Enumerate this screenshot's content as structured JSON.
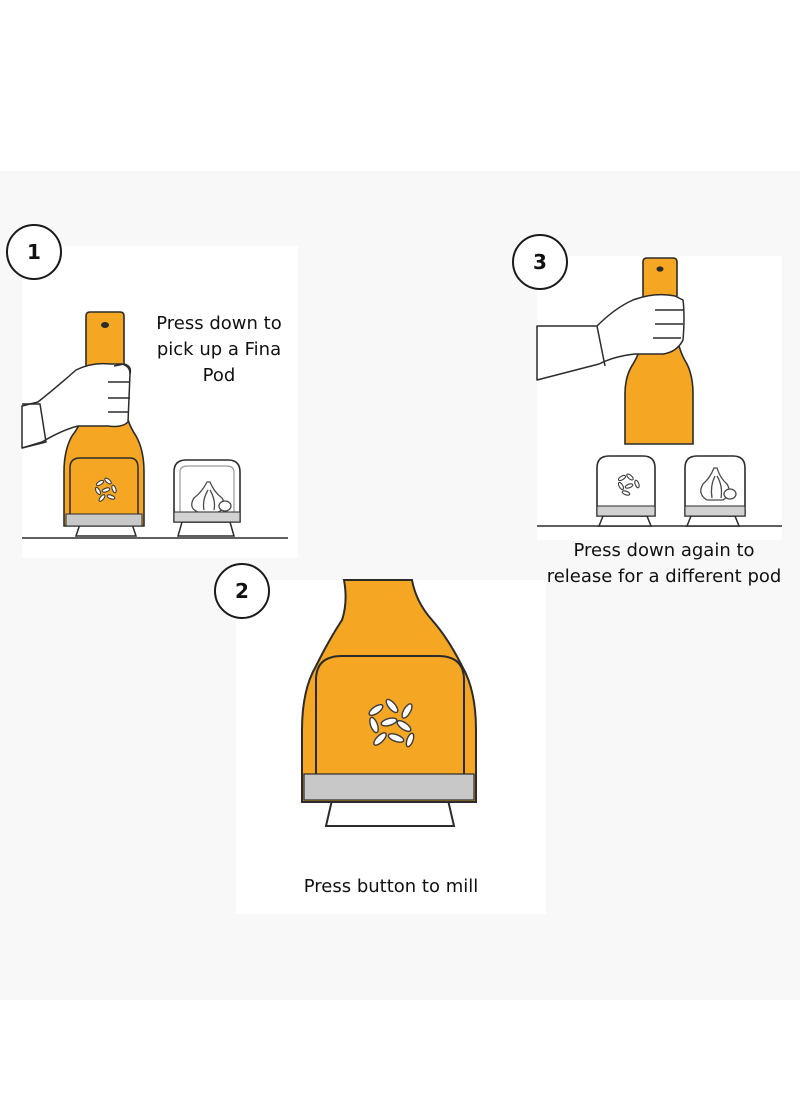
{
  "steps": [
    {
      "number": "1",
      "text": "Press down to pick up a Fina Pod"
    },
    {
      "number": "2",
      "text": "Press button to mill"
    },
    {
      "number": "3",
      "text": "Press down again to release for a different pod"
    }
  ],
  "colors": {
    "accent": "#f5a623",
    "outline": "#2b2b2b",
    "grey_band": "#c8c8c8",
    "panel": "#ffffff",
    "backdrop": "#f8f8f8"
  },
  "icons": [
    "hand-icon",
    "grinder-icon",
    "pod-icon",
    "garlic-icon",
    "seeds-icon"
  ]
}
